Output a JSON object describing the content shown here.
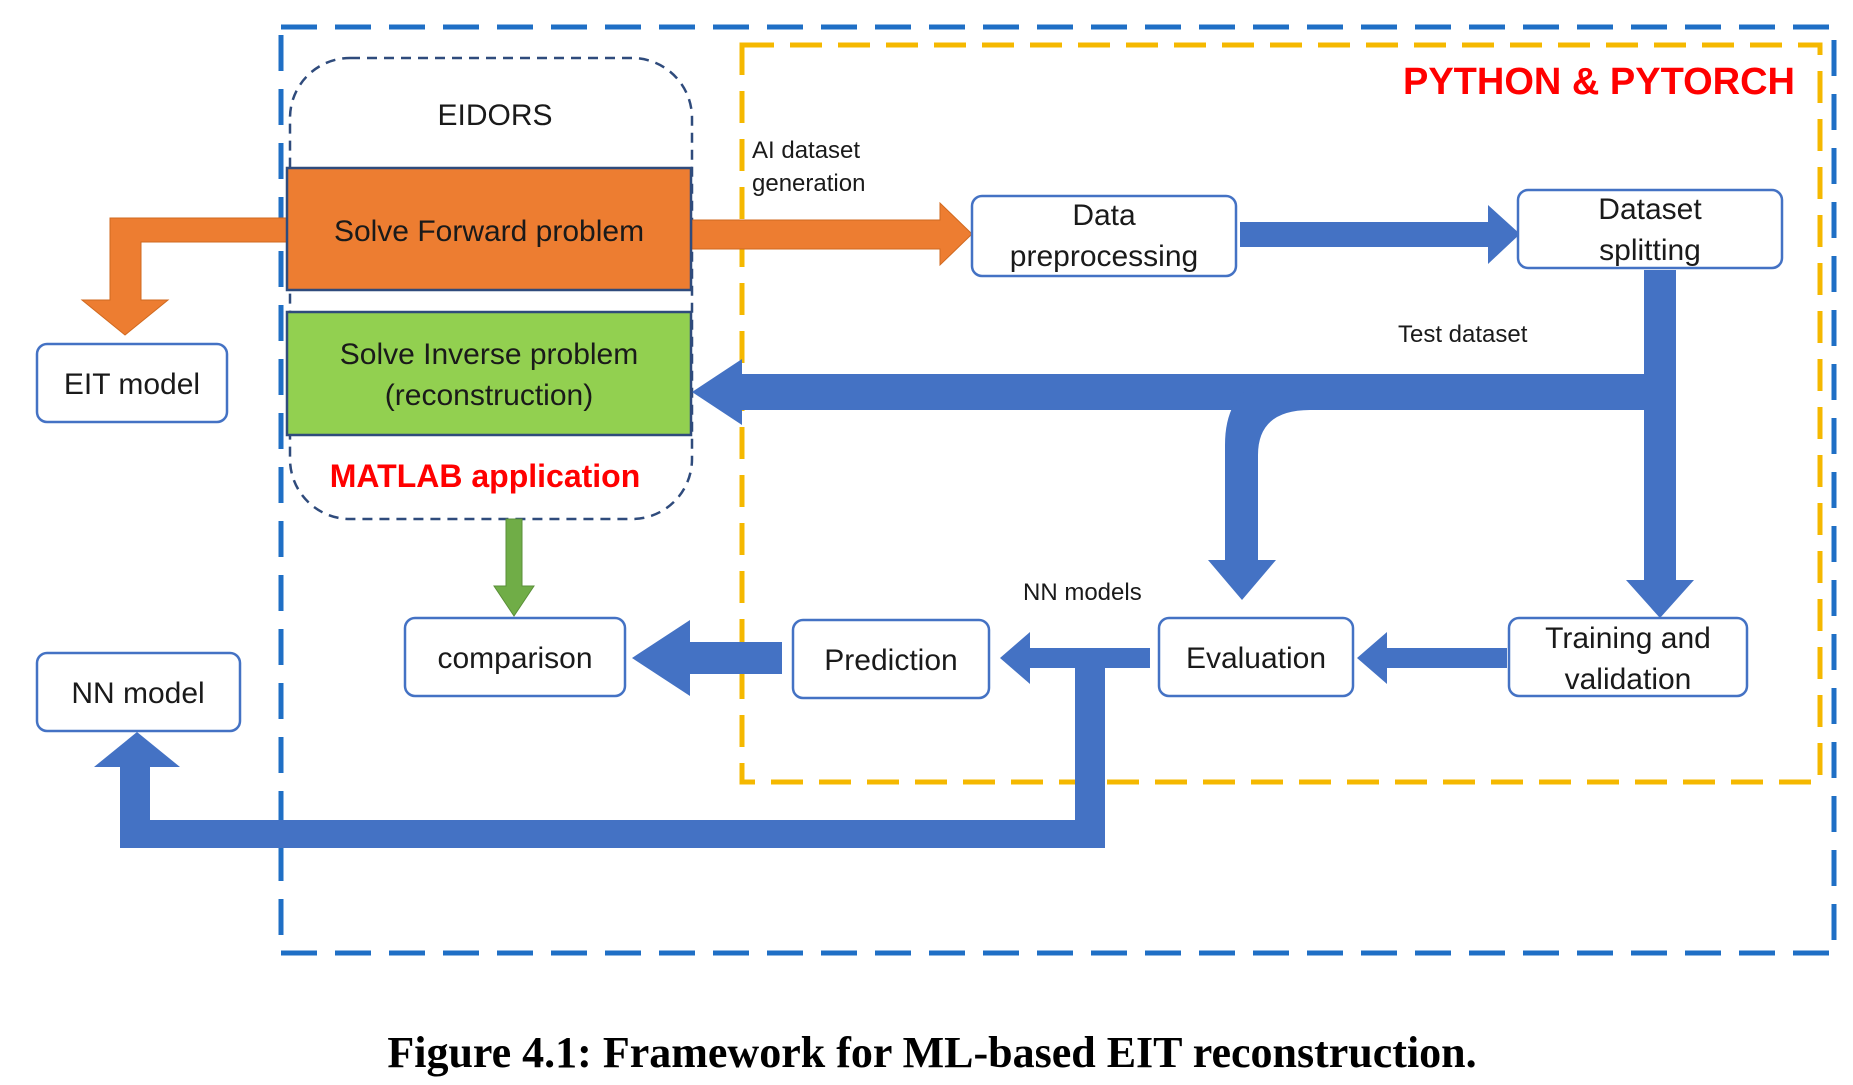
{
  "colors": {
    "outer_border": "#1f6fc5",
    "python_border": "#f5b800",
    "matlab_border": "#2f4b7c",
    "forward_fill": "#ed7d31",
    "inverse_fill": "#92d050",
    "blue_arrow": "#4472c4",
    "green_arrow": "#70ad47",
    "node_border": "#4472c4",
    "red_text": "#ff0000"
  },
  "regions": {
    "python_title": "PYTHON & PYTORCH",
    "eidors_label": "EIDORS",
    "matlab_label": "MATLAB application"
  },
  "nodes": {
    "forward": [
      "Solve Forward problem"
    ],
    "inverse": [
      "Solve Inverse problem",
      "(reconstruction)"
    ],
    "eit_model": [
      "EIT model"
    ],
    "nn_model": [
      "NN model"
    ],
    "data_preprocessing": [
      "Data",
      "preprocessing"
    ],
    "dataset_splitting": [
      "Dataset",
      "splitting"
    ],
    "training_validation": [
      "Training and",
      "validation"
    ],
    "evaluation": [
      "Evaluation"
    ],
    "prediction": [
      "Prediction"
    ],
    "comparison": [
      "comparison"
    ]
  },
  "edge_labels": {
    "ai_dataset": [
      "AI dataset",
      "generation"
    ],
    "test_dataset": "Test dataset",
    "nn_models": "NN models"
  },
  "caption": "Figure 4.1: Framework for ML-based EIT reconstruction."
}
